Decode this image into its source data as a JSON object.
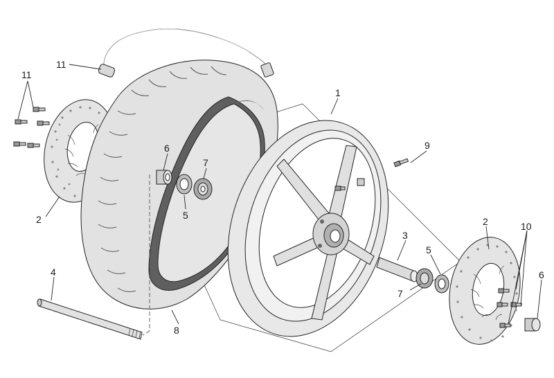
{
  "diagram": {
    "callouts": [
      {
        "id": "c1",
        "text": "1"
      },
      {
        "id": "c2a",
        "text": "2"
      },
      {
        "id": "c2b",
        "text": "2"
      },
      {
        "id": "c3",
        "text": "3"
      },
      {
        "id": "c4",
        "text": "4"
      },
      {
        "id": "c5a",
        "text": "5"
      },
      {
        "id": "c5b",
        "text": "5"
      },
      {
        "id": "c6a",
        "text": "6"
      },
      {
        "id": "c6b",
        "text": "6"
      },
      {
        "id": "c7a",
        "text": "7"
      },
      {
        "id": "c7b",
        "text": "7"
      },
      {
        "id": "c8",
        "text": "8"
      },
      {
        "id": "c9",
        "text": "9"
      },
      {
        "id": "c10",
        "text": "10"
      },
      {
        "id": "c11a",
        "text": "11"
      },
      {
        "id": "c11b",
        "text": "11"
      }
    ],
    "colors": {
      "part_fill": "#e3e3e3",
      "part_dark": "#6f6f6f",
      "line": "#222222"
    }
  }
}
